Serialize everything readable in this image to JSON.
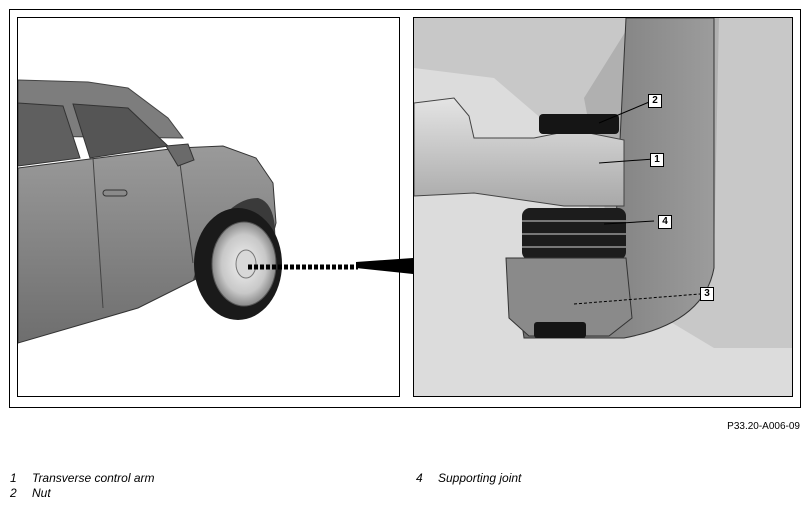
{
  "figure": {
    "reference_code": "P33.20-A006-09",
    "callouts": [
      "1",
      "2",
      "3",
      "4"
    ]
  },
  "legend": [
    {
      "num": "1",
      "label": "Transverse control arm"
    },
    {
      "num": "2",
      "label": "Nut"
    },
    {
      "num": "4",
      "label": "Supporting joint"
    }
  ]
}
